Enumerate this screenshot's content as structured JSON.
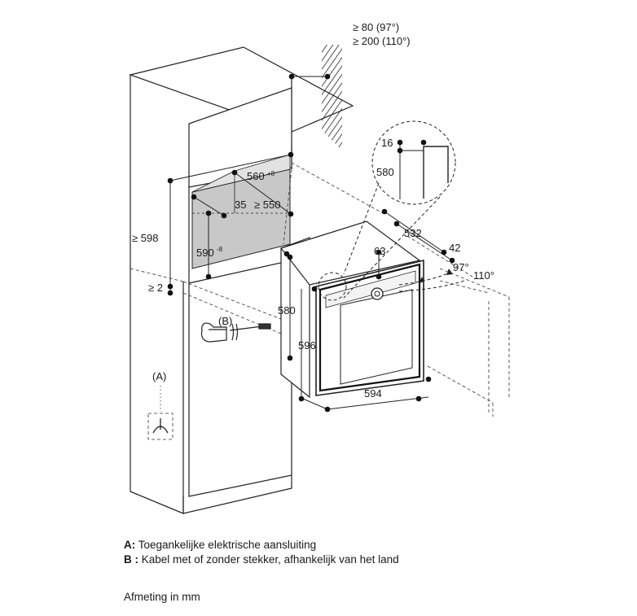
{
  "ventilation": {
    "line1": "≥ 80 (97°)",
    "line2": "≥ 200 (110°)"
  },
  "detail": {
    "d16": "16",
    "d580": "580"
  },
  "niche": {
    "width": "560",
    "width_tol": "+8",
    "depth": "≥ 550",
    "offset": "35",
    "height": "590",
    "height_tol": "-8",
    "total_height": "≥ 598",
    "gap": "≥ 2"
  },
  "oven": {
    "depth": "532",
    "front": "42",
    "top": "63",
    "side_height": "580",
    "height": "596",
    "width": "594",
    "angle1": "97°",
    "angle2": "110°"
  },
  "markers": {
    "a": "(A)",
    "b": "(B)"
  },
  "legend": {
    "a_key": "A:",
    "a_text": " Toegankelijke elektrische aansluiting",
    "b_key": "B :",
    "b_text": " Kabel met of zonder stekker, afhankelijk van het land"
  },
  "unit_note": "Afmeting in mm"
}
